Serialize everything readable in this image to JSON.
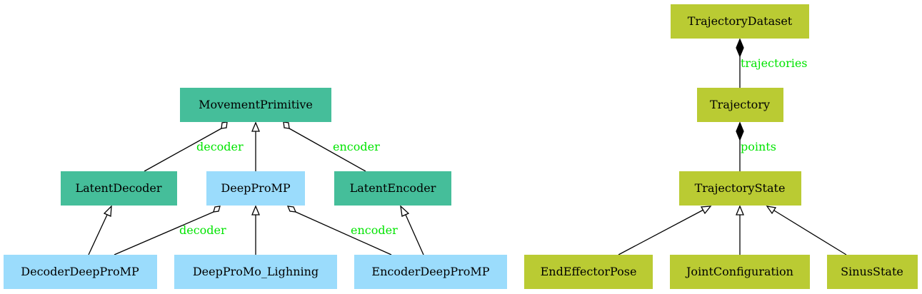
{
  "colors": {
    "teal": "#45be9a",
    "light_blue": "#9bdcfc",
    "olive": "#bacb33",
    "label_green": "#00e400",
    "edge": "#000000"
  },
  "nodes": {
    "movement_primitive": {
      "label": "MovementPrimitive",
      "color": "teal"
    },
    "latent_decoder": {
      "label": "LatentDecoder",
      "color": "teal"
    },
    "deep_pro_mp": {
      "label": "DeepProMP",
      "color": "light_blue"
    },
    "latent_encoder": {
      "label": "LatentEncoder",
      "color": "teal"
    },
    "decoder_deep_pro_mp": {
      "label": "DecoderDeepProMP",
      "color": "light_blue"
    },
    "deep_pro_mo_lighning": {
      "label": "DeepProMo_Lighning",
      "color": "light_blue"
    },
    "encoder_deep_pro_mp": {
      "label": "EncoderDeepProMP",
      "color": "light_blue"
    },
    "trajectory_dataset": {
      "label": "TrajectoryDataset",
      "color": "olive"
    },
    "trajectory": {
      "label": "Trajectory",
      "color": "olive"
    },
    "trajectory_state": {
      "label": "TrajectoryState",
      "color": "olive"
    },
    "end_effector_pose": {
      "label": "EndEffectorPose",
      "color": "olive"
    },
    "joint_configuration": {
      "label": "JointConfiguration",
      "color": "olive"
    },
    "sinus_state": {
      "label": "SinusState",
      "color": "olive"
    }
  },
  "edges": {
    "mp_decoder": {
      "from": "latent_decoder",
      "to": "movement_primitive",
      "type": "aggregation",
      "label": "decoder"
    },
    "mp_deepprompt": {
      "from": "deep_pro_mp",
      "to": "movement_primitive",
      "type": "inheritance",
      "label": ""
    },
    "mp_encoder": {
      "from": "latent_encoder",
      "to": "movement_primitive",
      "type": "aggregation",
      "label": "encoder"
    },
    "ld_ddp": {
      "from": "decoder_deep_pro_mp",
      "to": "latent_decoder",
      "type": "inheritance",
      "label": ""
    },
    "dp_ddp": {
      "from": "decoder_deep_pro_mp",
      "to": "deep_pro_mp",
      "type": "aggregation",
      "label": "decoder"
    },
    "dp_dpl": {
      "from": "deep_pro_mo_lighning",
      "to": "deep_pro_mp",
      "type": "inheritance",
      "label": ""
    },
    "dp_edp": {
      "from": "encoder_deep_pro_mp",
      "to": "deep_pro_mp",
      "type": "aggregation",
      "label": "encoder"
    },
    "le_edp": {
      "from": "encoder_deep_pro_mp",
      "to": "latent_encoder",
      "type": "inheritance",
      "label": ""
    },
    "td_t": {
      "from": "trajectory",
      "to": "trajectory_dataset",
      "type": "composition",
      "label": "trajectories"
    },
    "t_ts": {
      "from": "trajectory_state",
      "to": "trajectory",
      "type": "composition",
      "label": "points"
    },
    "ts_eep": {
      "from": "end_effector_pose",
      "to": "trajectory_state",
      "type": "inheritance",
      "label": ""
    },
    "ts_jc": {
      "from": "joint_configuration",
      "to": "trajectory_state",
      "type": "inheritance",
      "label": ""
    },
    "ts_ss": {
      "from": "sinus_state",
      "to": "trajectory_state",
      "type": "inheritance",
      "label": ""
    }
  }
}
